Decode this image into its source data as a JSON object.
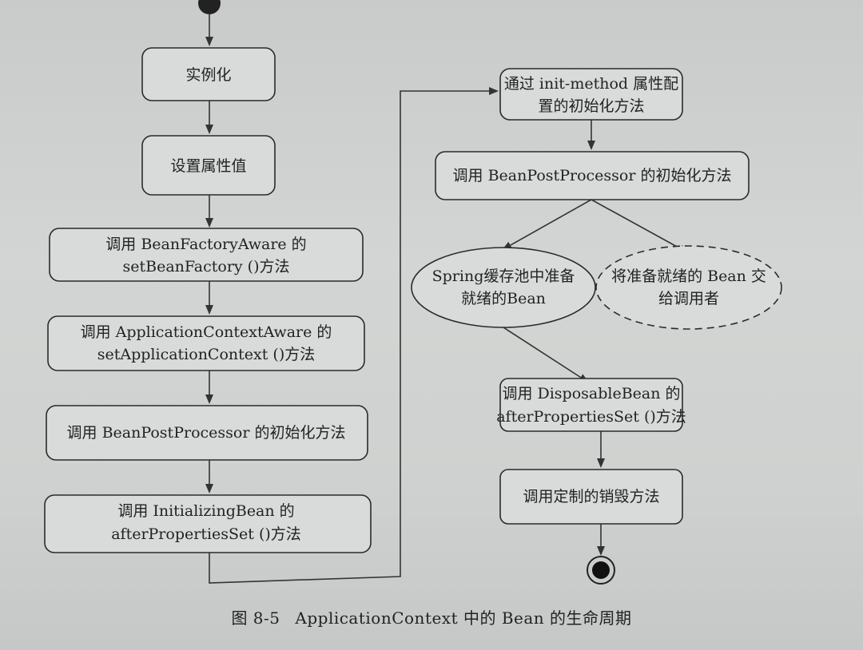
{
  "nodes": {
    "instantiate": [
      "实例化"
    ],
    "set_properties": [
      "设置属性值"
    ],
    "bean_factory_aware": [
      "调用 BeanFactoryAware 的",
      "setBeanFactory ()方法"
    ],
    "app_context_aware": [
      "调用 ApplicationContextAware 的",
      "setApplicationContext ()方法"
    ],
    "post_processor_left": [
      "调用 BeanPostProcessor 的初始化方法"
    ],
    "initializing_bean": [
      "调用 InitializingBean 的",
      "afterPropertiesSet ()方法"
    ],
    "init_method": [
      "通过 init-method 属性配",
      "置的初始化方法"
    ],
    "post_processor_right": [
      "调用 BeanPostProcessor 的初始化方法"
    ],
    "spring_cache": [
      "Spring缓存池中准备",
      "就绪的Bean"
    ],
    "give_to_caller": [
      "将准备就绪的 Bean 交",
      "给调用者"
    ],
    "disposable_bean": [
      "调用 DisposableBean 的",
      "afterPropertiesSet ()方法"
    ],
    "custom_destroy": [
      "调用定制的销毁方法"
    ]
  },
  "caption": {
    "figure_number": "图 8-5",
    "title": "ApplicationContext 中的 Bean 的生命周期"
  }
}
